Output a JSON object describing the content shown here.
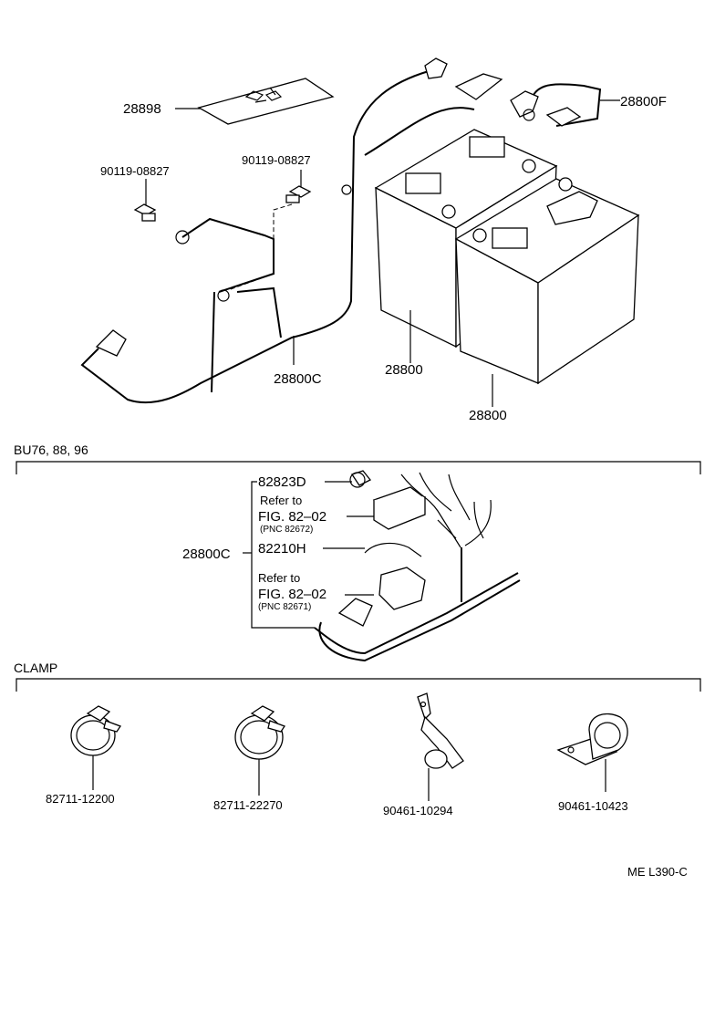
{
  "labels": {
    "p28898": "28898",
    "p28800F": "28800F",
    "p90119_a": "90119-08827",
    "p90119_b": "90119-08827",
    "p28800C_top": "28800C",
    "p28800_a": "28800",
    "p28800_b": "28800"
  },
  "section_bu": {
    "title": "BU76, 88, 96",
    "main_part": "28800C",
    "p82823D": "82823D",
    "refer1_line1": "Refer to",
    "refer1_line2": "FIG. 82–02",
    "refer1_pnc": "(PNC 82672)",
    "p82210H": "82210H",
    "refer2_line1": "Refer to",
    "refer2_line2": "FIG. 82–02",
    "refer2_pnc": "(PNC 82671)"
  },
  "section_clamp": {
    "title": "CLAMP",
    "c1": "82711-12200",
    "c2": "82711-22270",
    "c3": "90461-10294",
    "c4": "90461-10423"
  },
  "footer": {
    "code": "ME L390-C"
  }
}
